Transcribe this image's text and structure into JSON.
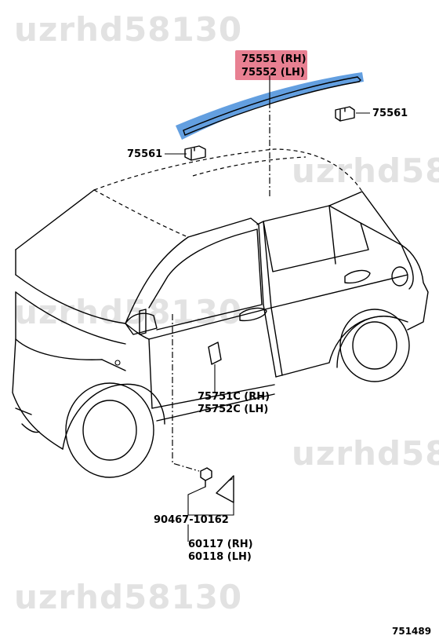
{
  "watermark": "uzrhd58130",
  "watermark_partial": "uzrhd581",
  "highlight_colors": {
    "label": "#e0566e",
    "part": "#2f7fd6"
  },
  "labels": {
    "roof_molding_rh": "75551 (RH)",
    "roof_molding_lh": "75552 (LH)",
    "clip_right": "75561",
    "clip_left": "75561",
    "door_molding_rh": "75751C (RH)",
    "door_molding_lh": "75752C (LH)",
    "screw": "90467-10162",
    "cover_rh": "60117 (RH)",
    "cover_lh": "60118 (LH)",
    "figure_number": "751489"
  }
}
